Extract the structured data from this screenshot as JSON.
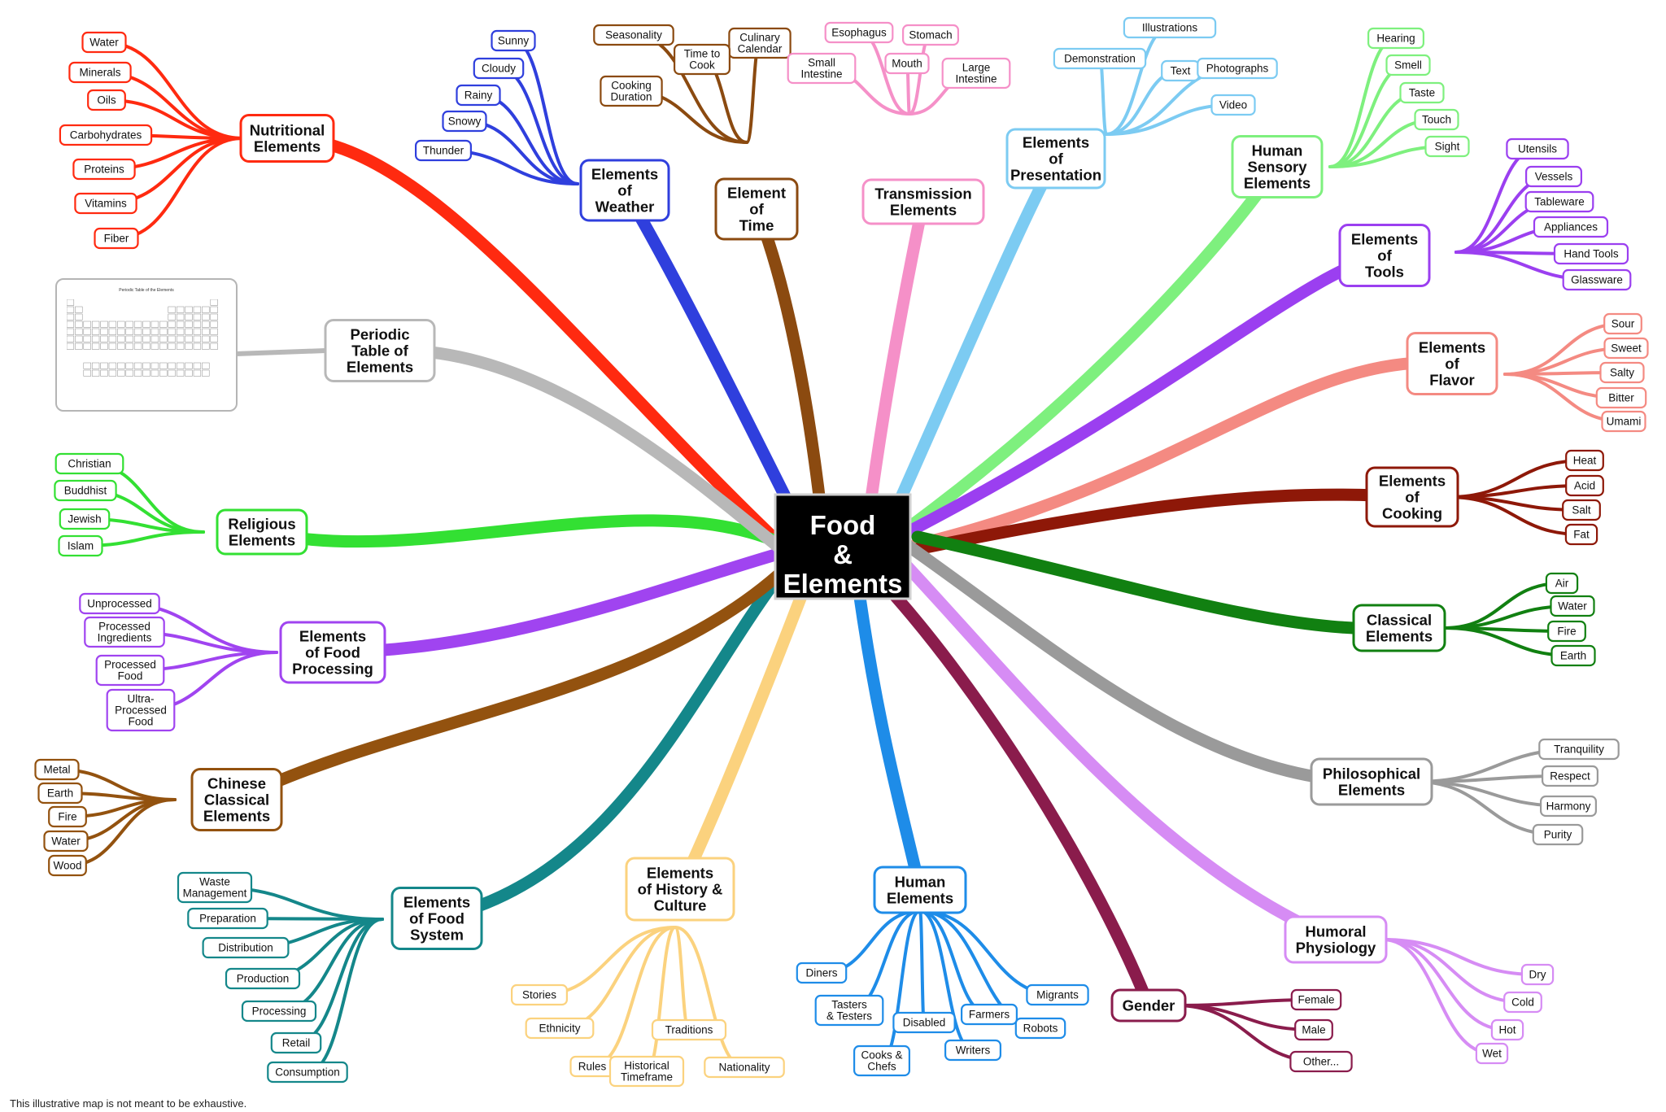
{
  "center": {
    "label": [
      "Food",
      "&",
      "Elements"
    ]
  },
  "disclaimer": "This illustrative map is not meant to be exhaustive.",
  "periodic_table_image": {
    "caption": "Periodic Table of the Elements"
  },
  "branches": [
    {
      "id": "nutritional",
      "label": [
        "Nutritional",
        "Elements"
      ],
      "color": "#ff2a10",
      "leaves": [
        "Water",
        "Minerals",
        "Oils",
        "Carbohydrates",
        "Proteins",
        "Vitamins",
        "Fiber"
      ]
    },
    {
      "id": "weather",
      "label": [
        "Elements",
        "of",
        "Weather"
      ],
      "color": "#2f3fdd",
      "leaves": [
        "Sunny",
        "Cloudy",
        "Rainy",
        "Snowy",
        "Thunder"
      ]
    },
    {
      "id": "time",
      "label": [
        "Element",
        "of",
        "Time"
      ],
      "color": "#8b4a10",
      "leaves": [
        [
          "Seasonality"
        ],
        [
          "Culinary",
          "Calendar"
        ],
        [
          "Time to",
          "Cook"
        ],
        [
          "Cooking",
          "Duration"
        ]
      ]
    },
    {
      "id": "transmission",
      "label": [
        "Transmission",
        "Elements"
      ],
      "color": "#f590c8",
      "leaves": [
        "Esophagus",
        "Stomach",
        [
          "Small",
          "Intestine"
        ],
        "Mouth",
        [
          "Large",
          "Intestine"
        ]
      ]
    },
    {
      "id": "presentation",
      "label": [
        "Elements",
        "of",
        "Presentation"
      ],
      "color": "#7ccbf2",
      "leaves": [
        "Illustrations",
        "Demonstration",
        "Text",
        "Photographs",
        "Video"
      ]
    },
    {
      "id": "sensory",
      "label": [
        "Human",
        "Sensory",
        "Elements"
      ],
      "color": "#7ef07e",
      "leaves": [
        "Hearing",
        "Smell",
        "Taste",
        "Touch",
        "Sight"
      ]
    },
    {
      "id": "tools",
      "label": [
        "Elements",
        "of",
        "Tools"
      ],
      "color": "#9b3ff0",
      "leaves": [
        "Utensils",
        "Vessels",
        "Tableware",
        "Appliances",
        "Hand Tools",
        "Glassware"
      ]
    },
    {
      "id": "flavor",
      "label": [
        "Elements",
        "of",
        "Flavor"
      ],
      "color": "#f48a82",
      "leaves": [
        "Sour",
        "Sweet",
        "Salty",
        "Bitter",
        "Umami"
      ]
    },
    {
      "id": "cooking",
      "label": [
        "Elements",
        "of",
        "Cooking"
      ],
      "color": "#8e1808",
      "leaves": [
        "Heat",
        "Acid",
        "Salt",
        "Fat"
      ]
    },
    {
      "id": "classical",
      "label": [
        "Classical",
        "Elements"
      ],
      "color": "#118011",
      "leaves": [
        "Air",
        "Water",
        "Fire",
        "Earth"
      ]
    },
    {
      "id": "philosophical",
      "label": [
        "Philosophical",
        "Elements"
      ],
      "color": "#9a9a9a",
      "leaves": [
        "Tranquility",
        "Respect",
        "Harmony",
        "Purity"
      ]
    },
    {
      "id": "humoral",
      "label": [
        "Humoral",
        "Physiology"
      ],
      "color": "#d68cf4",
      "leaves": [
        "Dry",
        "Cold",
        "Hot",
        "Wet"
      ]
    },
    {
      "id": "gender",
      "label": [
        "Gender"
      ],
      "color": "#8a1c4c",
      "leaves": [
        "Female",
        "Male",
        "Other..."
      ]
    },
    {
      "id": "human",
      "label": [
        "Human",
        "Elements"
      ],
      "color": "#1e8ce8",
      "leaves": [
        "Diners",
        [
          "Tasters",
          "& Testers"
        ],
        "Disabled",
        "Farmers",
        "Migrants",
        [
          "Cooks &",
          "Chefs"
        ],
        "Writers",
        "Robots"
      ]
    },
    {
      "id": "history",
      "label": [
        "Elements",
        "of History &",
        "Culture"
      ],
      "color": "#fbd27e",
      "leaves": [
        "Stories",
        "Ethnicity",
        "Traditions",
        "Rules",
        [
          "Historical",
          "Timeframe"
        ],
        "Nationality"
      ]
    },
    {
      "id": "foodsystem",
      "label": [
        "Elements",
        "of Food",
        "System"
      ],
      "color": "#14878a",
      "leaves": [
        [
          "Waste",
          "Management"
        ],
        "Preparation",
        "Distribution",
        "Production",
        "Processing",
        "Retail",
        "Consumption"
      ]
    },
    {
      "id": "chinese",
      "label": [
        "Chinese",
        "Classical",
        "Elements"
      ],
      "color": "#93520f",
      "leaves": [
        "Metal",
        "Earth",
        "Fire",
        "Water",
        "Wood"
      ]
    },
    {
      "id": "processing",
      "label": [
        "Elements",
        "of Food",
        "Processing"
      ],
      "color": "#a044f0",
      "leaves": [
        "Unprocessed",
        [
          "Processed",
          "Ingredients"
        ],
        [
          "Processed",
          "Food"
        ],
        [
          "Ultra-",
          "Processed",
          "Food"
        ]
      ]
    },
    {
      "id": "religious",
      "label": [
        "Religious",
        "Elements"
      ],
      "color": "#33e033",
      "leaves": [
        "Christian",
        "Buddhist",
        "Jewish",
        "Islam"
      ]
    },
    {
      "id": "periodic",
      "label": [
        "Periodic",
        "Table of",
        "Elements"
      ],
      "color": "#b8b8b8",
      "leaves": []
    }
  ]
}
